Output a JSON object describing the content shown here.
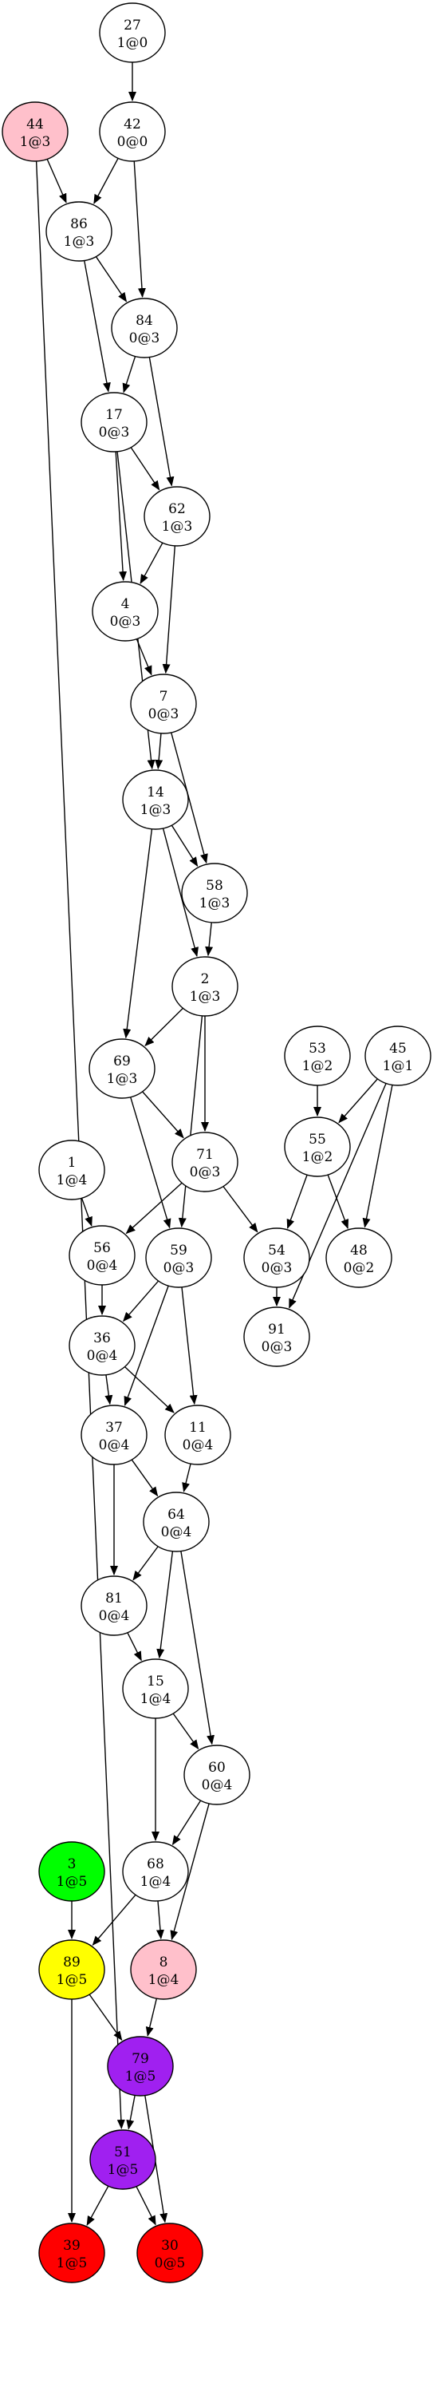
{
  "colors": {
    "default_fill": "#ffffff",
    "stroke": "#000000",
    "pink": "#ffc0cb",
    "green": "#00ff00",
    "yellow": "#ffff00",
    "purple": "#a020f0",
    "red": "#ff0000"
  },
  "nodes": [
    {
      "id": "27",
      "line1": "27",
      "line2": "1@0",
      "fill": "default_fill"
    },
    {
      "id": "44",
      "line1": "44",
      "line2": "1@3",
      "fill": "pink"
    },
    {
      "id": "42",
      "line1": "42",
      "line2": "0@0",
      "fill": "default_fill"
    },
    {
      "id": "86",
      "line1": "86",
      "line2": "1@3",
      "fill": "default_fill"
    },
    {
      "id": "84",
      "line1": "84",
      "line2": "0@3",
      "fill": "default_fill"
    },
    {
      "id": "17",
      "line1": "17",
      "line2": "0@3",
      "fill": "default_fill"
    },
    {
      "id": "62",
      "line1": "62",
      "line2": "1@3",
      "fill": "default_fill"
    },
    {
      "id": "4",
      "line1": "4",
      "line2": "0@3",
      "fill": "default_fill"
    },
    {
      "id": "7",
      "line1": "7",
      "line2": "0@3",
      "fill": "default_fill"
    },
    {
      "id": "14",
      "line1": "14",
      "line2": "1@3",
      "fill": "default_fill"
    },
    {
      "id": "58",
      "line1": "58",
      "line2": "1@3",
      "fill": "default_fill"
    },
    {
      "id": "2",
      "line1": "2",
      "line2": "1@3",
      "fill": "default_fill"
    },
    {
      "id": "53",
      "line1": "53",
      "line2": "1@2",
      "fill": "default_fill"
    },
    {
      "id": "45",
      "line1": "45",
      "line2": "1@1",
      "fill": "default_fill"
    },
    {
      "id": "69",
      "line1": "69",
      "line2": "1@3",
      "fill": "default_fill"
    },
    {
      "id": "55",
      "line1": "55",
      "line2": "1@2",
      "fill": "default_fill"
    },
    {
      "id": "1",
      "line1": "1",
      "line2": "1@4",
      "fill": "default_fill"
    },
    {
      "id": "71",
      "line1": "71",
      "line2": "0@3",
      "fill": "default_fill"
    },
    {
      "id": "56",
      "line1": "56",
      "line2": "0@4",
      "fill": "default_fill"
    },
    {
      "id": "59",
      "line1": "59",
      "line2": "0@3",
      "fill": "default_fill"
    },
    {
      "id": "54",
      "line1": "54",
      "line2": "0@3",
      "fill": "default_fill"
    },
    {
      "id": "48",
      "line1": "48",
      "line2": "0@2",
      "fill": "default_fill"
    },
    {
      "id": "91",
      "line1": "91",
      "line2": "0@3",
      "fill": "default_fill"
    },
    {
      "id": "36",
      "line1": "36",
      "line2": "0@4",
      "fill": "default_fill"
    },
    {
      "id": "37",
      "line1": "37",
      "line2": "0@4",
      "fill": "default_fill"
    },
    {
      "id": "11",
      "line1": "11",
      "line2": "0@4",
      "fill": "default_fill"
    },
    {
      "id": "64",
      "line1": "64",
      "line2": "0@4",
      "fill": "default_fill"
    },
    {
      "id": "81",
      "line1": "81",
      "line2": "0@4",
      "fill": "default_fill"
    },
    {
      "id": "15",
      "line1": "15",
      "line2": "1@4",
      "fill": "default_fill"
    },
    {
      "id": "60",
      "line1": "60",
      "line2": "0@4",
      "fill": "default_fill"
    },
    {
      "id": "3",
      "line1": "3",
      "line2": "1@5",
      "fill": "green"
    },
    {
      "id": "68",
      "line1": "68",
      "line2": "1@4",
      "fill": "default_fill"
    },
    {
      "id": "89",
      "line1": "89",
      "line2": "1@5",
      "fill": "yellow"
    },
    {
      "id": "8",
      "line1": "8",
      "line2": "1@4",
      "fill": "pink"
    },
    {
      "id": "79",
      "line1": "79",
      "line2": "1@5",
      "fill": "purple"
    },
    {
      "id": "51",
      "line1": "51",
      "line2": "1@5",
      "fill": "purple"
    },
    {
      "id": "39",
      "line1": "39",
      "line2": "1@5",
      "fill": "red"
    },
    {
      "id": "30",
      "line1": "30",
      "line2": "0@5",
      "fill": "red"
    }
  ],
  "edges": [
    [
      "27",
      "42"
    ],
    [
      "44",
      "86"
    ],
    [
      "44",
      "51"
    ],
    [
      "42",
      "86"
    ],
    [
      "42",
      "84"
    ],
    [
      "86",
      "84"
    ],
    [
      "86",
      "17"
    ],
    [
      "84",
      "17"
    ],
    [
      "84",
      "62"
    ],
    [
      "17",
      "62"
    ],
    [
      "17",
      "4"
    ],
    [
      "17",
      "14"
    ],
    [
      "62",
      "4"
    ],
    [
      "62",
      "7"
    ],
    [
      "4",
      "7"
    ],
    [
      "7",
      "14"
    ],
    [
      "7",
      "58"
    ],
    [
      "14",
      "58"
    ],
    [
      "14",
      "2"
    ],
    [
      "14",
      "69"
    ],
    [
      "58",
      "2"
    ],
    [
      "2",
      "69"
    ],
    [
      "2",
      "71"
    ],
    [
      "2",
      "59"
    ],
    [
      "53",
      "55"
    ],
    [
      "45",
      "55"
    ],
    [
      "45",
      "48"
    ],
    [
      "45",
      "91"
    ],
    [
      "69",
      "71"
    ],
    [
      "69",
      "59"
    ],
    [
      "55",
      "54"
    ],
    [
      "55",
      "48"
    ],
    [
      "1",
      "56"
    ],
    [
      "71",
      "56"
    ],
    [
      "71",
      "54"
    ],
    [
      "54",
      "91"
    ],
    [
      "56",
      "36"
    ],
    [
      "59",
      "36"
    ],
    [
      "59",
      "37"
    ],
    [
      "59",
      "11"
    ],
    [
      "36",
      "37"
    ],
    [
      "36",
      "11"
    ],
    [
      "37",
      "64"
    ],
    [
      "37",
      "81"
    ],
    [
      "11",
      "64"
    ],
    [
      "64",
      "81"
    ],
    [
      "64",
      "15"
    ],
    [
      "64",
      "60"
    ],
    [
      "81",
      "15"
    ],
    [
      "15",
      "60"
    ],
    [
      "15",
      "68"
    ],
    [
      "60",
      "68"
    ],
    [
      "60",
      "8"
    ],
    [
      "3",
      "89"
    ],
    [
      "68",
      "89"
    ],
    [
      "68",
      "8"
    ],
    [
      "89",
      "79"
    ],
    [
      "89",
      "39"
    ],
    [
      "8",
      "79"
    ],
    [
      "79",
      "51"
    ],
    [
      "79",
      "30"
    ],
    [
      "51",
      "39"
    ],
    [
      "51",
      "30"
    ]
  ]
}
